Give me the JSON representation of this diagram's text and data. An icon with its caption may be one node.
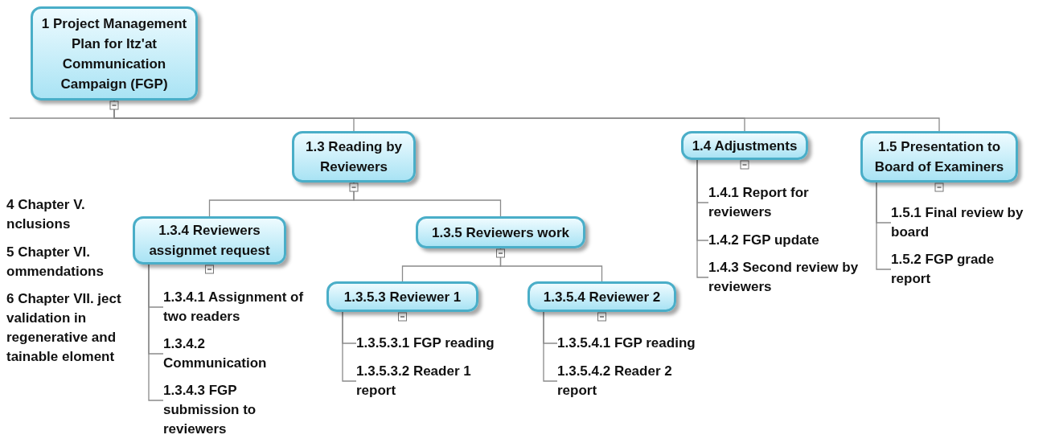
{
  "diagram": {
    "nodes": [
      {
        "text": [
          "1 Project Management Plan for Itz'at Communication Campaign (FGP)"
        ]
      },
      {
        "text": [
          "1.3 Reading by Reviewers"
        ]
      },
      {
        "text": [
          "1.3.4 Reviewers assignmet request"
        ]
      },
      {
        "text": [
          "1.3.4.1 Assignment of two readers"
        ]
      },
      {
        "text": [
          "1.3.4.2 Communication"
        ]
      },
      {
        "text": [
          "1.3.4.3 FGP submission to reviewers"
        ]
      },
      {
        "text": [
          "1.3.5 Reviewers work"
        ]
      },
      {
        "text": [
          "1.3.5.3 Reviewer 1"
        ]
      },
      {
        "text": [
          "1.3.5.3.1 FGP reading"
        ]
      },
      {
        "text": [
          "1.3.5.3.2 Reader 1 report"
        ]
      },
      {
        "text": [
          "1.3.5.4 Reviewer 2"
        ]
      },
      {
        "text": [
          "1.3.5.4.1 FGP reading"
        ]
      },
      {
        "text": [
          "1.3.5.4.2 Reader 2 report"
        ]
      },
      {
        "text": [
          "1.4 Adjustments"
        ]
      },
      {
        "text": [
          "1.4.1 Report for reviewers"
        ]
      },
      {
        "text": [
          "1.4.2 FGP update"
        ]
      },
      {
        "text": [
          "1.4.3 Second review by reviewers"
        ]
      },
      {
        "text": [
          "1.5 Presentation to Board of Examiners"
        ]
      },
      {
        "text": [
          "1.5.1 Final review by board"
        ]
      },
      {
        "text": [
          "1.5.2 FGP grade report"
        ]
      }
    ],
    "edges": [
      {
        "from": 0,
        "to": 1,
        "arrow": "none"
      },
      {
        "from": 0,
        "to": 13,
        "arrow": "none"
      },
      {
        "from": 0,
        "to": 17,
        "arrow": "none"
      },
      {
        "from": 0,
        "to": null,
        "arrow": "none"
      },
      {
        "from": 1,
        "to": 2,
        "arrow": "none"
      },
      {
        "from": 1,
        "to": 6,
        "arrow": "none"
      },
      {
        "from": 2,
        "to": 3,
        "arrow": "none"
      },
      {
        "from": 2,
        "to": 4,
        "arrow": "none"
      },
      {
        "from": 2,
        "to": 5,
        "arrow": "none"
      },
      {
        "from": 6,
        "to": 7,
        "arrow": "none"
      },
      {
        "from": 6,
        "to": 10,
        "arrow": "none"
      },
      {
        "from": 7,
        "to": 8,
        "arrow": "none"
      },
      {
        "from": 7,
        "to": 9,
        "arrow": "none"
      },
      {
        "from": 10,
        "to": 11,
        "arrow": "none"
      },
      {
        "from": 10,
        "to": 12,
        "arrow": "none"
      },
      {
        "from": 13,
        "to": 14,
        "arrow": "none"
      },
      {
        "from": 13,
        "to": 15,
        "arrow": "none"
      },
      {
        "from": 13,
        "to": 16,
        "arrow": "none"
      },
      {
        "from": 17,
        "to": 18,
        "arrow": "none"
      },
      {
        "from": 17,
        "to": 19,
        "arrow": "none"
      }
    ],
    "labels": [
      "4 Chapter V. nclusions",
      "5 Chapter VI. ommendations",
      "6 Chapter VII. ject validation in regenerative and tainable eloment"
    ]
  }
}
